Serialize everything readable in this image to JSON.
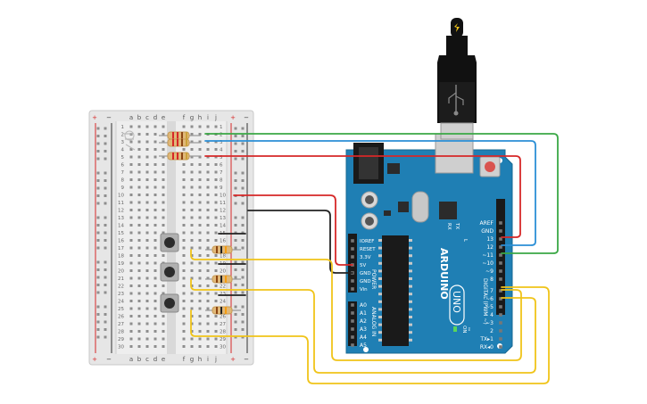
{
  "breadboard": {
    "columns_left": [
      "a",
      "b",
      "c",
      "d",
      "e"
    ],
    "columns_right": [
      "f",
      "g",
      "h",
      "i",
      "j"
    ],
    "rail_plus": "+",
    "rail_minus": "−",
    "row_labels": [
      "1",
      "2",
      "3",
      "4",
      "5",
      "6",
      "7",
      "8",
      "9",
      "10",
      "11",
      "12",
      "13",
      "14",
      "15",
      "16",
      "17",
      "18",
      "19",
      "20",
      "21",
      "22",
      "23",
      "24",
      "25",
      "26",
      "27",
      "28",
      "29",
      "30"
    ]
  },
  "arduino": {
    "brand": "ARDUINO",
    "model": "UNO",
    "tm": "™",
    "on_label": "ON",
    "tx_label": "TX",
    "rx_label": "RX",
    "l_label": "L",
    "digital_label": "DIGITAL (PWM ~)",
    "power_label": "POWER",
    "analog_label": "ANALOG IN",
    "digital_pins": [
      "AREF",
      "GND",
      "13",
      "12",
      "~11",
      "~10",
      "~9",
      "8",
      "7",
      "~6",
      "~5",
      "4",
      "~3",
      "2",
      "TX▸1",
      "RX◂0"
    ],
    "power_pins": [
      "IOREF",
      "RESET",
      "3.3V",
      "5V",
      "GND",
      "GND",
      "Vin"
    ],
    "analog_pins": [
      "A0",
      "A1",
      "A2",
      "A3",
      "A4",
      "A5"
    ]
  },
  "colors": {
    "wire_green": "#3aa845",
    "wire_blue": "#2b8fd6",
    "wire_red": "#d62828",
    "wire_black": "#222222",
    "wire_yellow": "#f0c419",
    "board_blue": "#1f7fb4",
    "breadboard_body": "#e6e6e6"
  }
}
